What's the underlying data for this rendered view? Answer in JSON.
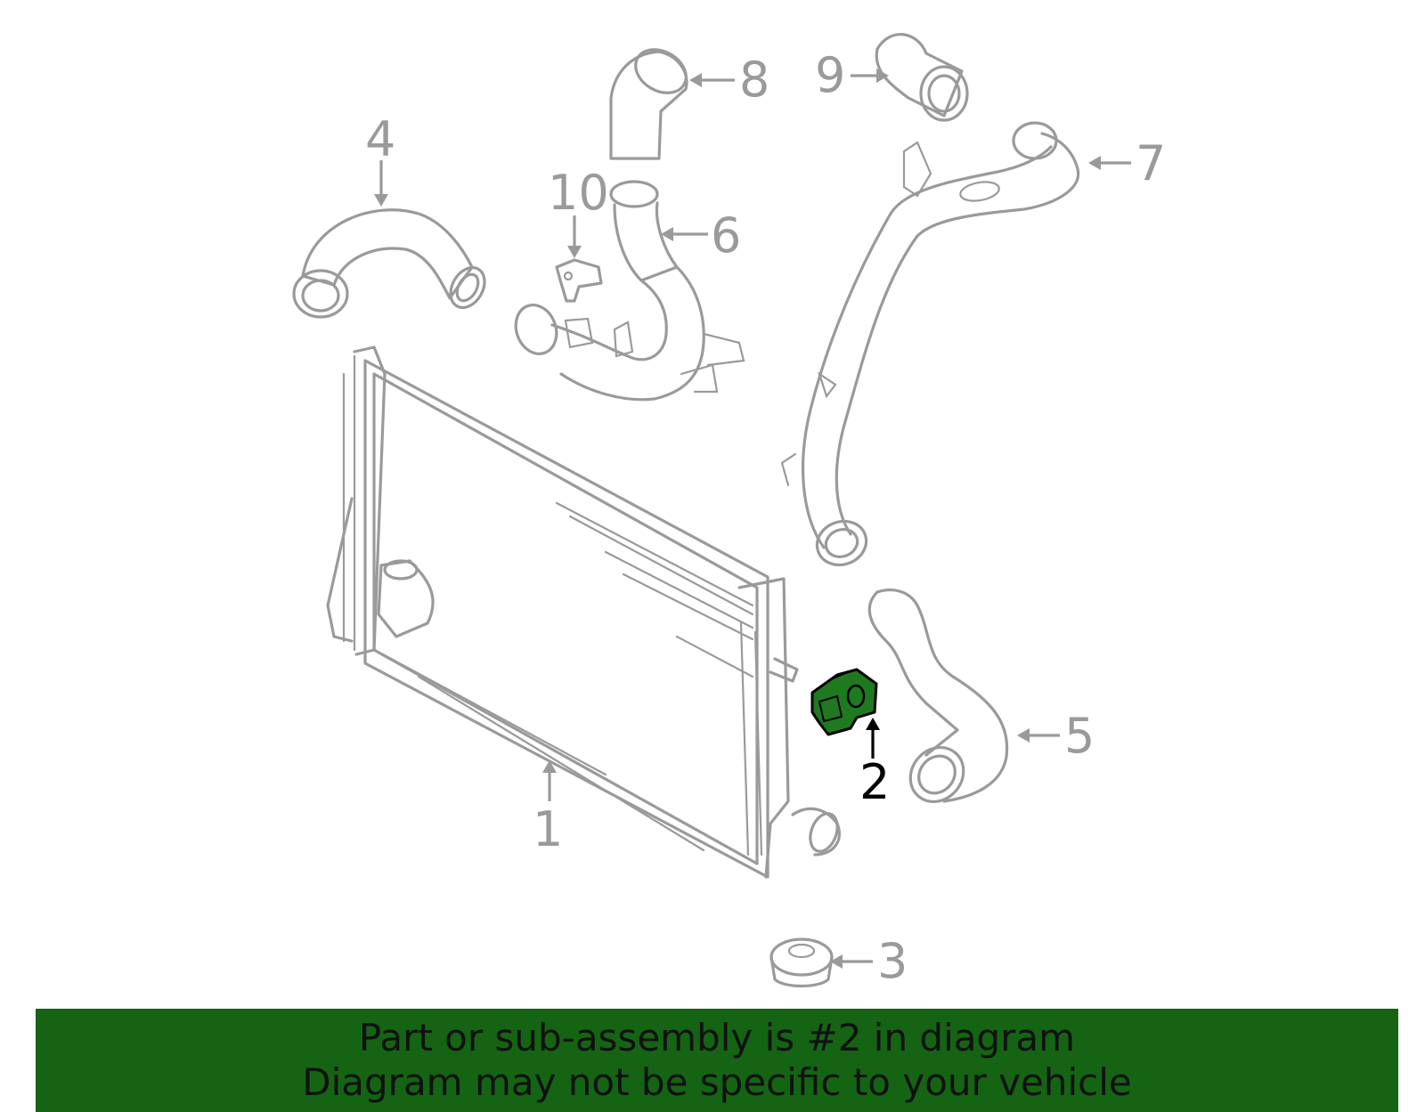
{
  "diagram": {
    "callouts": [
      {
        "num": "1",
        "selected": false
      },
      {
        "num": "2",
        "selected": true
      },
      {
        "num": "3",
        "selected": false
      },
      {
        "num": "4",
        "selected": false
      },
      {
        "num": "5",
        "selected": false
      },
      {
        "num": "6",
        "selected": false
      },
      {
        "num": "7",
        "selected": false
      },
      {
        "num": "8",
        "selected": false
      },
      {
        "num": "9",
        "selected": false
      },
      {
        "num": "10",
        "selected": false
      }
    ],
    "colors": {
      "line_art": "#9a9a9a",
      "highlight_part": "#1f7a1f",
      "banner_bg": "#146414",
      "selected_callout": "#000000"
    }
  },
  "banner": {
    "line1": "Part or sub-assembly is #2 in diagram",
    "line2": "Diagram may not be specific to your vehicle"
  }
}
